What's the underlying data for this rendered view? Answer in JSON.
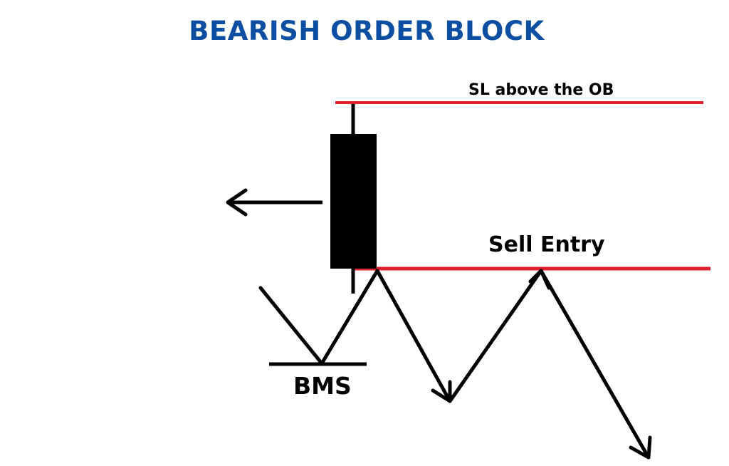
{
  "title": "BEARISH ORDER BLOCK",
  "labels": {
    "stop_loss": "SL above the OB",
    "sell_entry": "Sell Entry",
    "bms": "BMS"
  },
  "colors": {
    "title": "#0b4ea2",
    "level_line": "#e0202a",
    "ink": "#000000",
    "background": "#ffffff"
  },
  "icons": {
    "left_arrow": "arrow-left-icon",
    "down_arrow": "arrow-down-icon",
    "up_arrow": "arrow-up-icon"
  }
}
